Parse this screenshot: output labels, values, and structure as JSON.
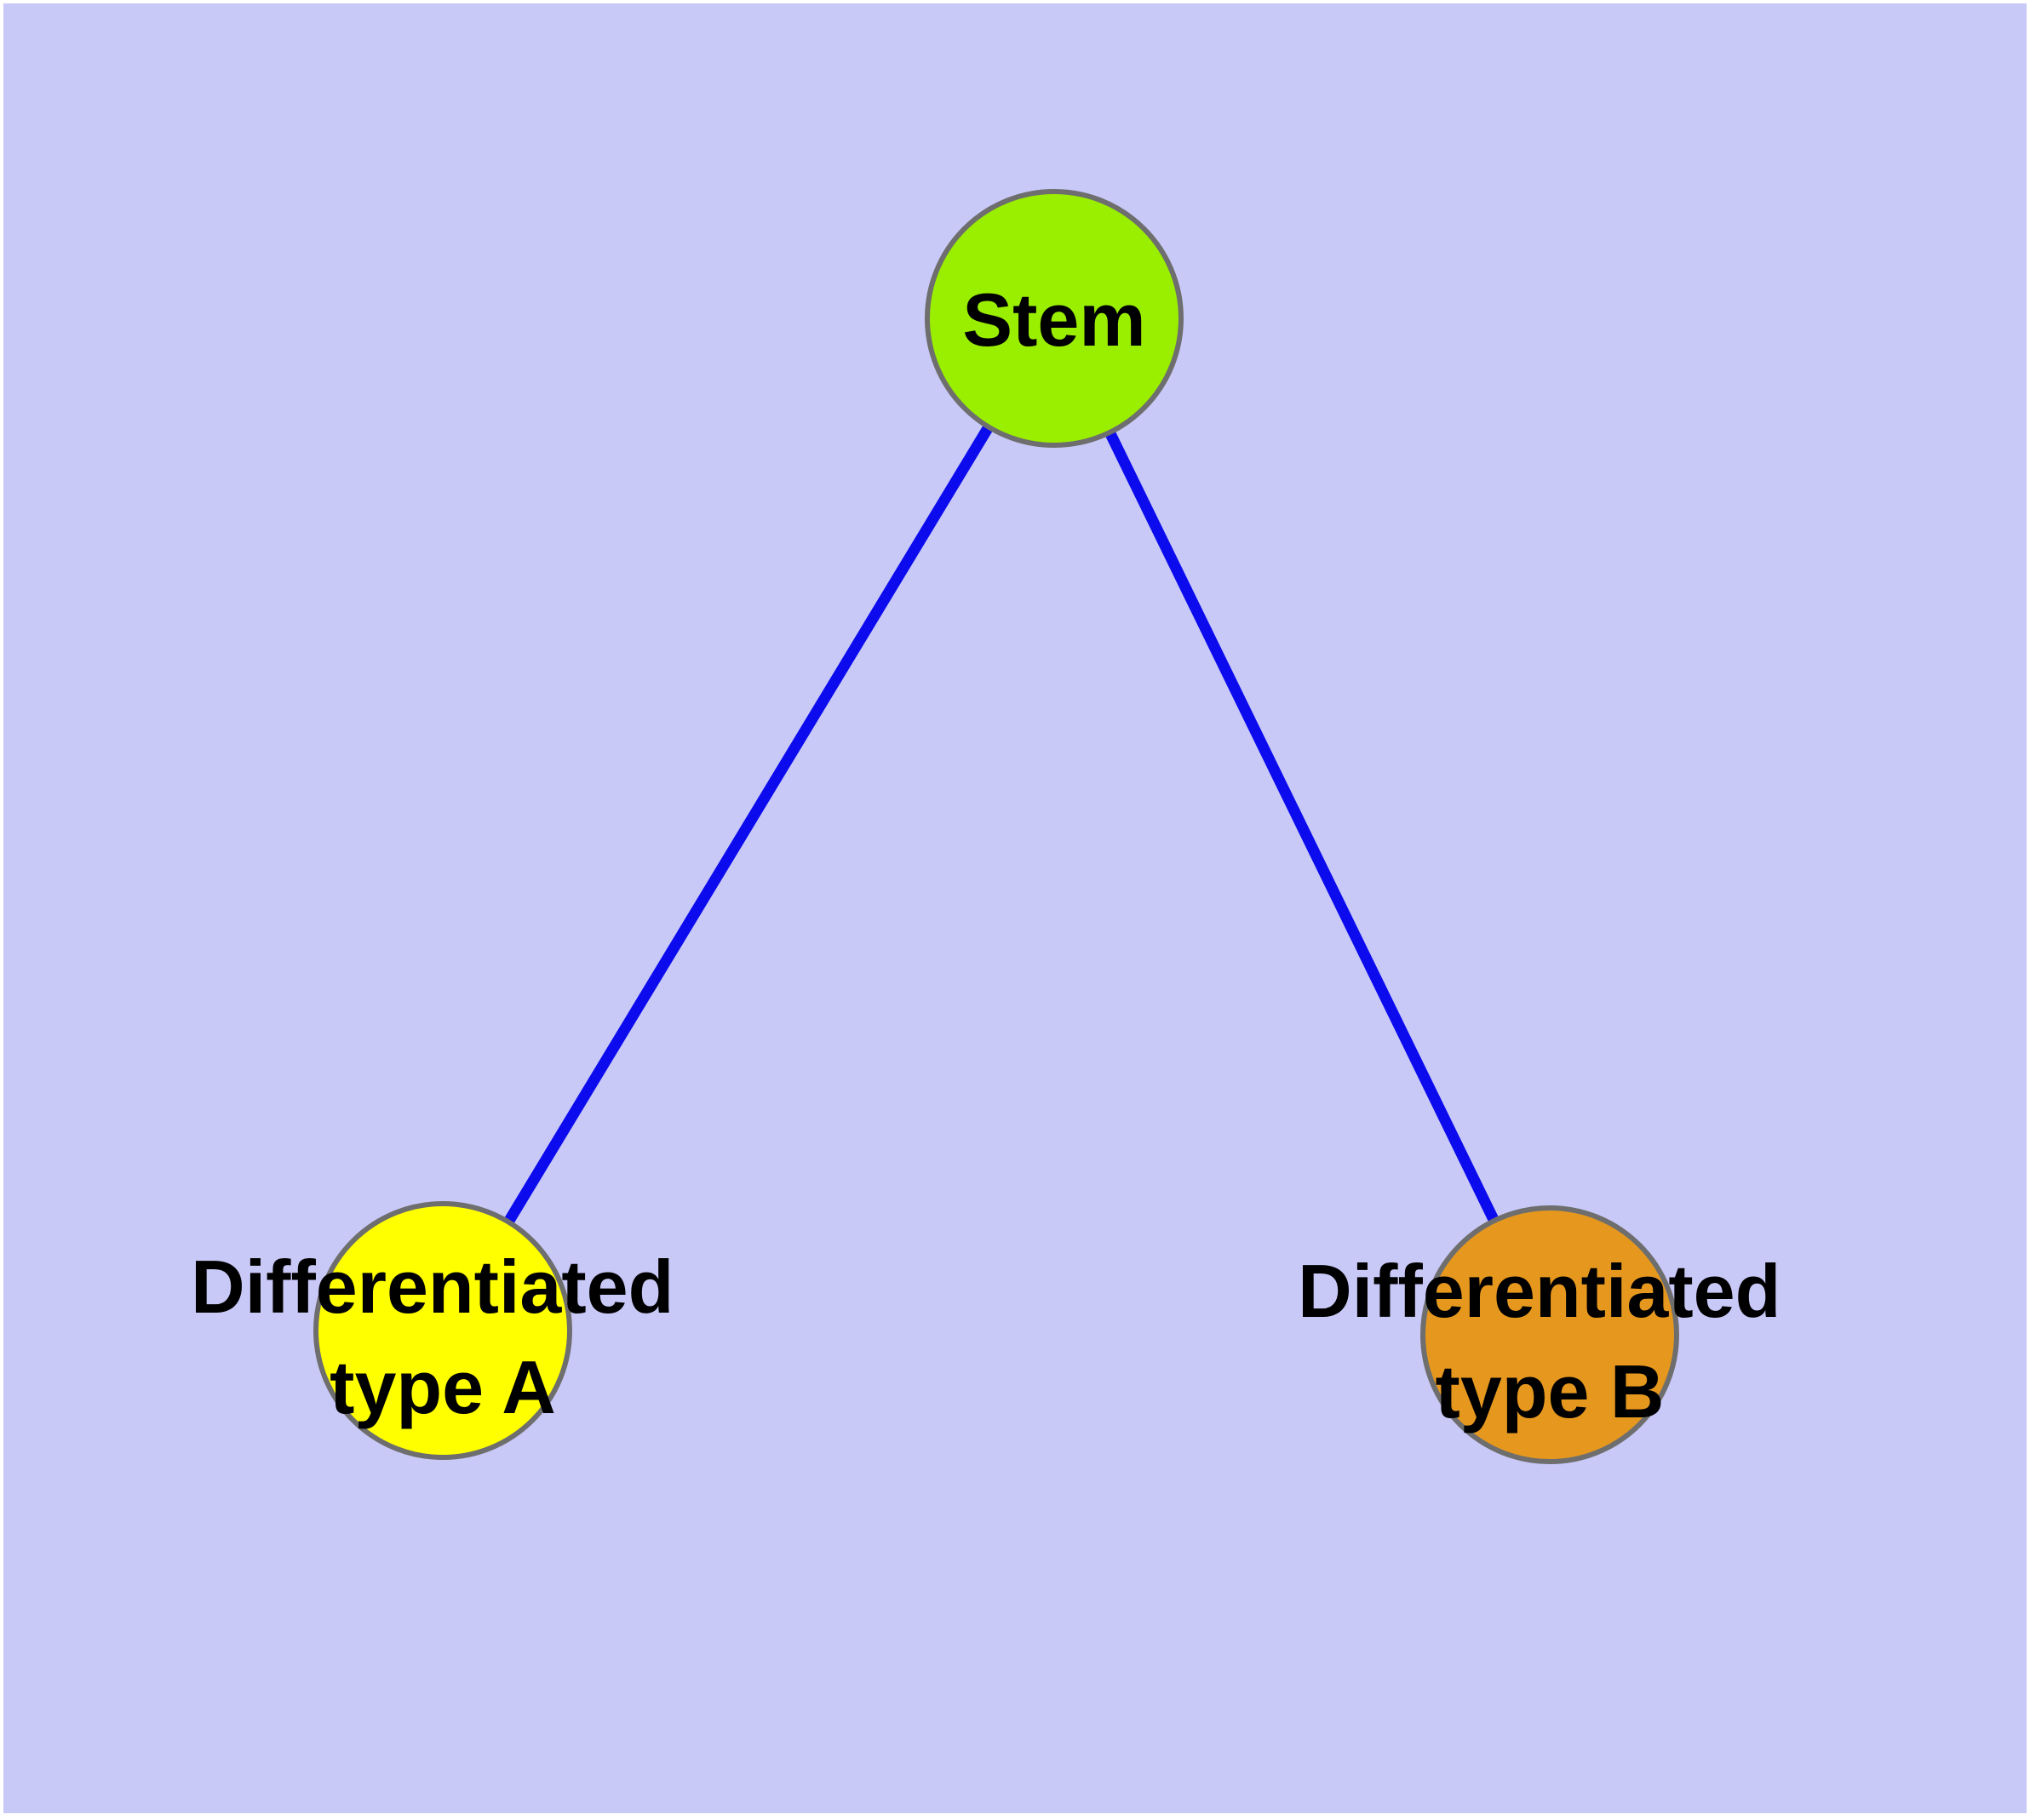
{
  "diagram": {
    "background_color": "#c9c9f8",
    "frame_color": "#ffffff",
    "edge_color": "#0b0bee",
    "node_stroke_color": "#6e6e6e",
    "label_color": "#000000",
    "nodes": [
      {
        "id": "stem",
        "label": "Stem",
        "fill": "#9aee00",
        "lines": {
          "line1": "Stem"
        }
      },
      {
        "id": "differentiated-type-a",
        "label": "Differentiated type A",
        "fill": "#ffff00",
        "lines": {
          "line1": "Differentiated",
          "line2": "type A"
        }
      },
      {
        "id": "differentiated-type-b",
        "label": "Differentiated type B",
        "fill": "#e6981e",
        "lines": {
          "line1": "Differentiated",
          "line2": "type B"
        }
      }
    ],
    "edges": [
      {
        "from": "stem",
        "to": "differentiated-type-a"
      },
      {
        "from": "stem",
        "to": "differentiated-type-b"
      }
    ]
  }
}
